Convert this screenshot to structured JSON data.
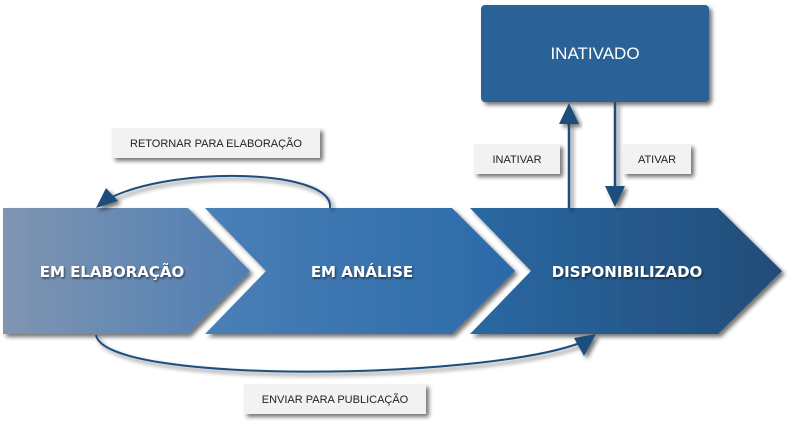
{
  "colors": {
    "arrow": "#1f4e7d",
    "label_box_bg": "#f2f2f2",
    "label_text": "#222222",
    "inativado_bg": "#2a6298",
    "stage1_start": "#7f95b2",
    "stage1_end": "#4f7eb3",
    "stage2_start": "#4a7fb7",
    "stage2_end": "#2b6aa8",
    "stage3_start": "#2b68a3",
    "stage3_end": "#214c78"
  },
  "stages": [
    {
      "label": "EM ELABORAÇÃO"
    },
    {
      "label": "EM ANÁLISE"
    },
    {
      "label": "DISPONIBILIZADO"
    }
  ],
  "inactive_state": {
    "label": "INATIVADO"
  },
  "transitions": {
    "return": "RETORNAR PARA ELABORAÇÃO",
    "publish": "ENVIAR PARA PUBLICAÇÃO",
    "deactivate": "INATIVAR",
    "activate": "ATIVAR"
  }
}
